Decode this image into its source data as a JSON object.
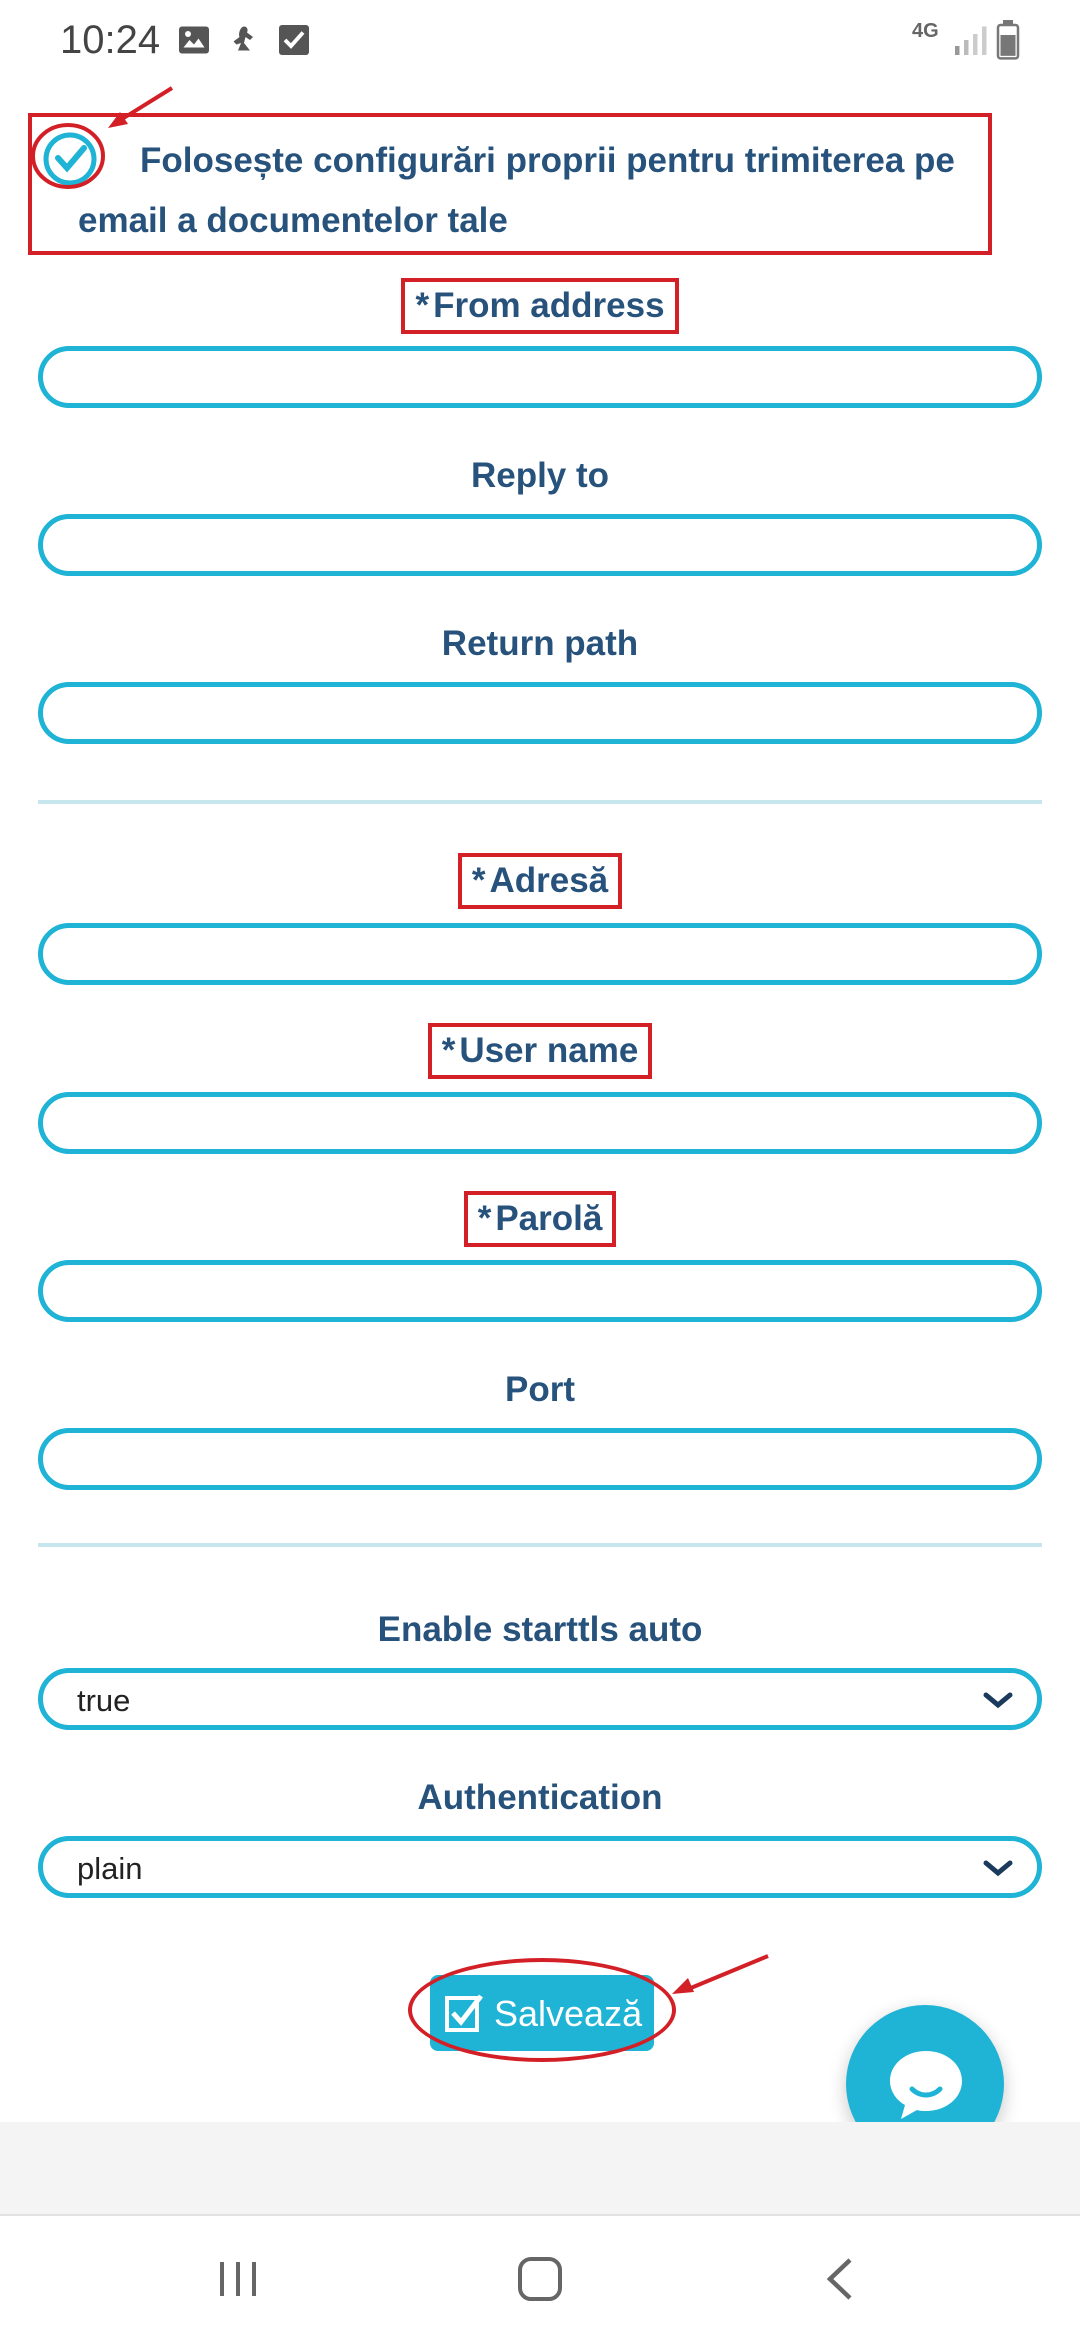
{
  "status_bar": {
    "time": "10:24",
    "network": "4G",
    "icons": [
      "image-icon",
      "gallery-app-icon",
      "checkbox-notification-icon",
      "signal-icon",
      "battery-icon"
    ]
  },
  "settings": {
    "custom_config_checkbox": {
      "checked": true,
      "label": "Folosește configurări proprii pentru trimiterea pe email a documentelor tale"
    },
    "required_marker": "*",
    "fields_group_1": [
      {
        "label": "From address",
        "required": true,
        "value": ""
      },
      {
        "label": "Reply to",
        "required": false,
        "value": ""
      },
      {
        "label": "Return path",
        "required": false,
        "value": ""
      }
    ],
    "fields_group_2": [
      {
        "label": "Adresă",
        "required": true,
        "value": ""
      },
      {
        "label": "User name",
        "required": true,
        "value": ""
      },
      {
        "label": "Parolă",
        "required": true,
        "value": ""
      },
      {
        "label": "Port",
        "required": false,
        "value": ""
      }
    ],
    "enable_starttls": {
      "label": "Enable starttls auto",
      "value": "true"
    },
    "authentication": {
      "label": "Authentication",
      "value": "plain"
    },
    "save_button": {
      "label": "Salvează"
    }
  },
  "colors": {
    "accent": "#1fb3d5",
    "text": "#27527c",
    "annotation": "#d32027"
  }
}
